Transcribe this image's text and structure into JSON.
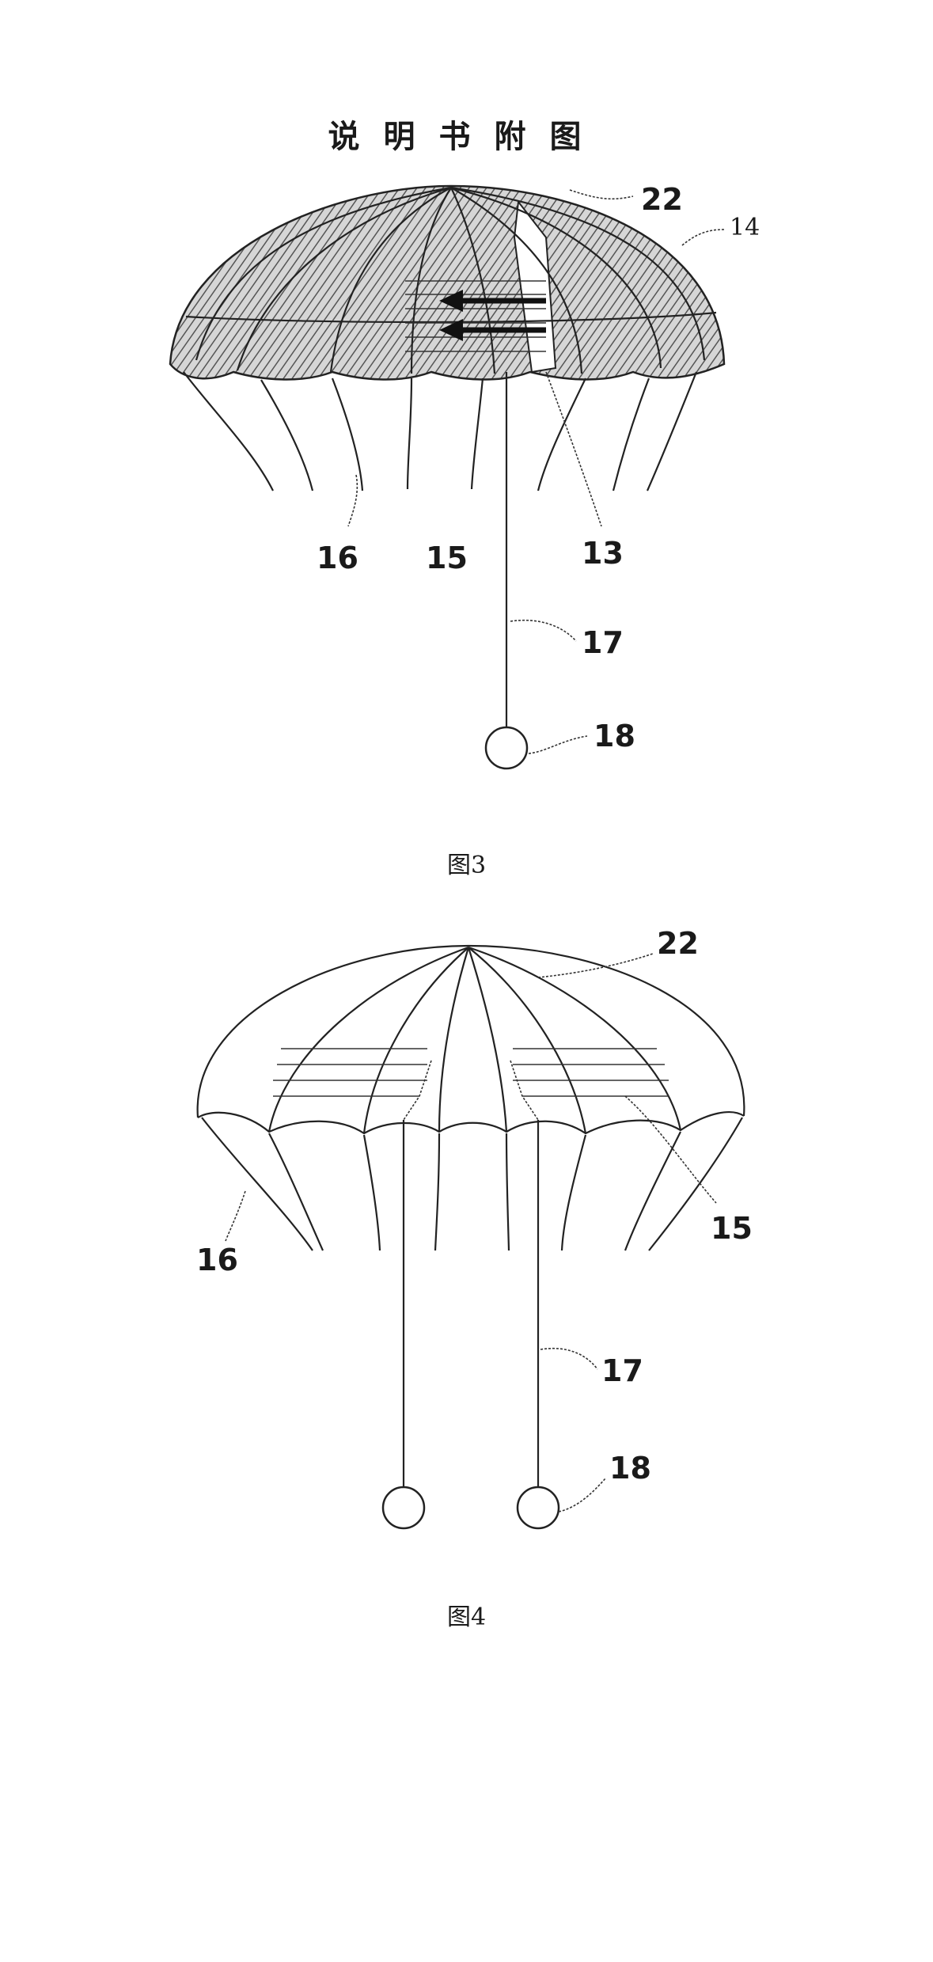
{
  "header": {
    "title": "说明书附图"
  },
  "figure3": {
    "caption": "图3",
    "labels": {
      "l22": "22",
      "l14": "14",
      "l16": "16",
      "l15": "15",
      "l13": "13",
      "l17": "17",
      "l18": "18"
    }
  },
  "figure4": {
    "caption": "图4",
    "labels": {
      "l22": "22",
      "l15": "15",
      "l16": "16",
      "l17": "17",
      "l18": "18"
    }
  }
}
